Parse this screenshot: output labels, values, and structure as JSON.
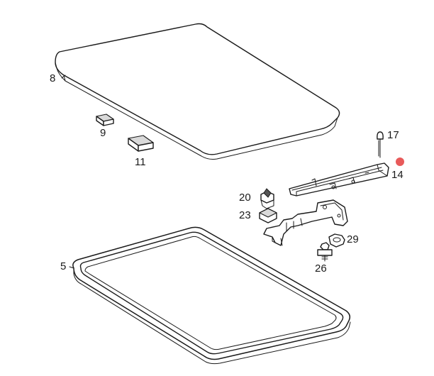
{
  "callouts": {
    "n8": "8",
    "n9": "9",
    "n11": "11",
    "n17": "17",
    "n14": "14",
    "n20": "20",
    "n23": "23",
    "n29": "29",
    "n26": "26",
    "n5": "5"
  },
  "marker": {
    "color": "#e85a5a"
  }
}
